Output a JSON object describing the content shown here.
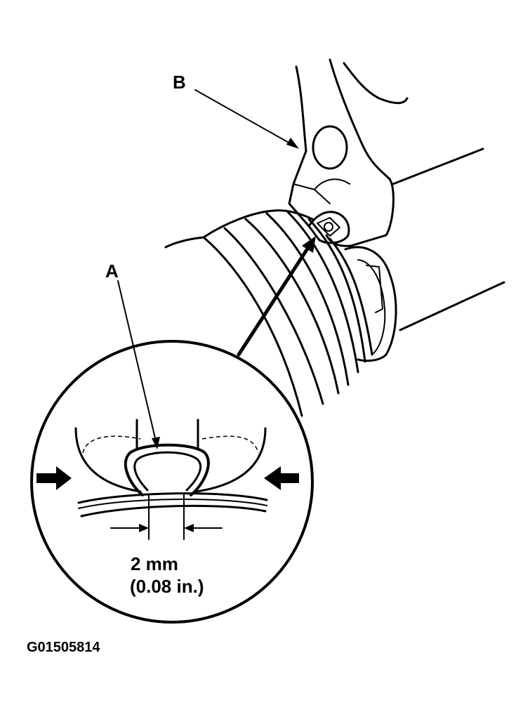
{
  "labels": {
    "part_a": "A",
    "part_b": "B",
    "measurement_value": "2 mm",
    "measurement_imperial": "(0.08 in.)",
    "figure_code": "G01505814"
  },
  "colors": {
    "ink": "#000000",
    "paper": "#ffffff"
  }
}
